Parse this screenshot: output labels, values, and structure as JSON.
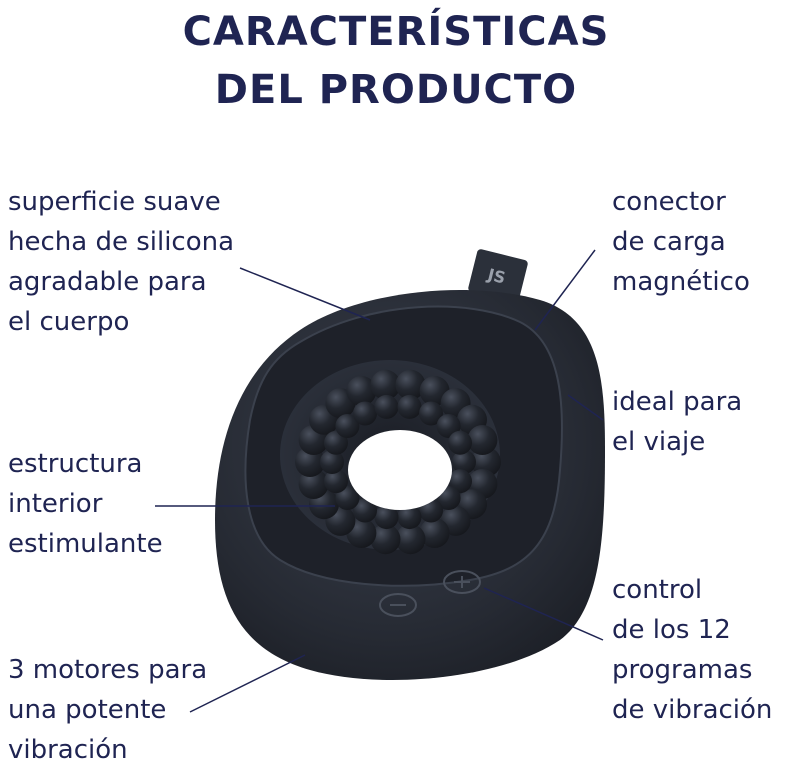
{
  "title": {
    "line1": "CARACTERÍSTICAS",
    "line2": "DEL PRODUCTO"
  },
  "features": {
    "superficie": [
      "superficie suave",
      "hecha de silicona",
      "agradable para",
      "el cuerpo"
    ],
    "conector": [
      "conector",
      "de carga",
      "magnético"
    ],
    "ideal": [
      "ideal para",
      "el viaje"
    ],
    "estructura": [
      "estructura",
      "interior",
      "estimulante"
    ],
    "control": [
      "control",
      "de los 12",
      "programas",
      "de vibración"
    ],
    "motores": [
      "3 motores para",
      "una potente",
      "vibración"
    ]
  },
  "product": {
    "tab_logo": "JS",
    "body_color": "#2a2f3a",
    "accent_color": "#1f2452"
  }
}
